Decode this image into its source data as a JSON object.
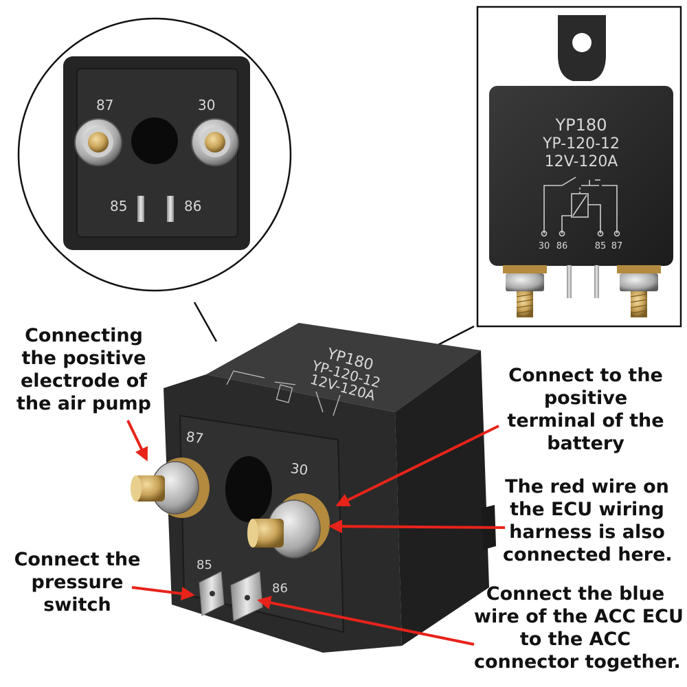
{
  "relay": {
    "model": "YP180",
    "part": "YP-120-12",
    "rating": "12V-120A",
    "pins": {
      "p30": "30",
      "p86": "86",
      "p85": "85",
      "p87": "87"
    }
  },
  "labels": {
    "air_pump": [
      "Connecting",
      "the positive",
      "electrode of",
      "the air pump"
    ],
    "battery": [
      "Connect to the",
      "positive",
      "terminal of the",
      "battery"
    ],
    "red_wire": [
      "The red wire on",
      "the ECU wiring",
      "harness is also",
      "connected here."
    ],
    "pressure_switch": [
      "Connect the",
      "pressure",
      "switch"
    ],
    "blue_wire": [
      "Connect the blue",
      "wire of the ACC ECU",
      "to the ACC",
      "connector together."
    ]
  },
  "colors": {
    "arrow": "#e8231a",
    "relay_body": "#2b2b2b",
    "brass": "#c9a45a",
    "text": "#111111"
  }
}
